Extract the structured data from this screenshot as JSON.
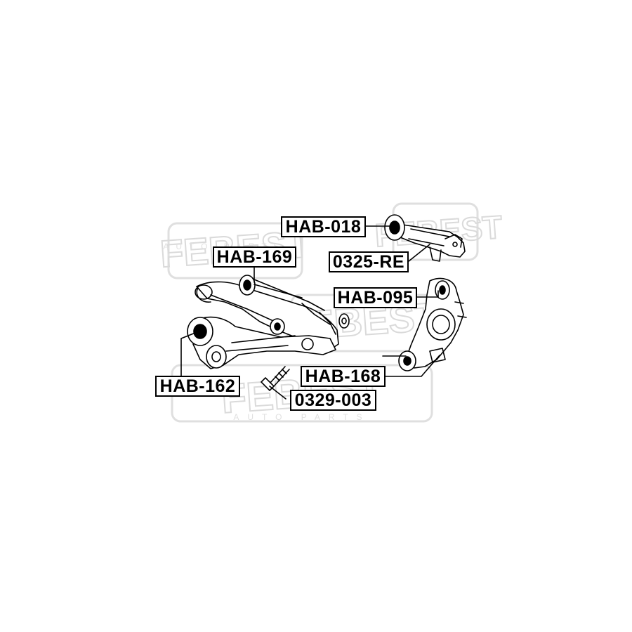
{
  "parts": {
    "hab018": "HAB-018",
    "re0325": "0325-RE",
    "hab169": "HAB-169",
    "hab095": "HAB-095",
    "hab162": "HAB-162",
    "hab168": "HAB-168",
    "bolt0329": "0329-003"
  },
  "watermark": {
    "brand": "FEBEST",
    "sub": "AUTO PARTS"
  },
  "colors": {
    "line": "#000000",
    "watermark": "#d9d9d9"
  }
}
